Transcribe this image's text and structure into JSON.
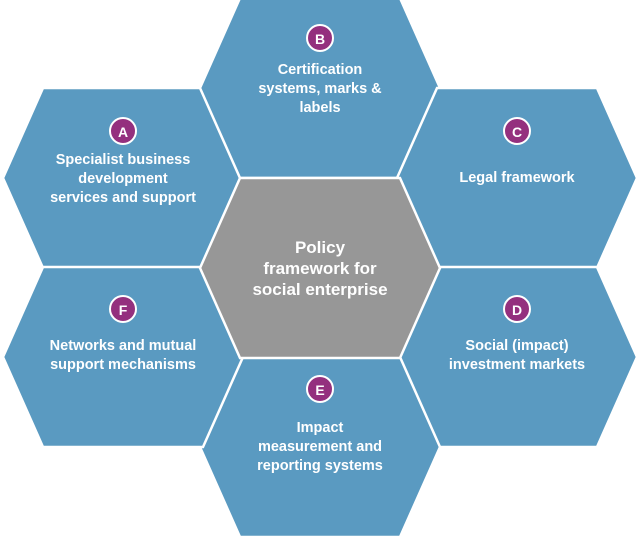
{
  "colors": {
    "outer_fill": "#5A9AC1",
    "center_fill": "#979797",
    "badge_fill": "#94307E",
    "text": "#FFFFFF",
    "border": "#FFFFFF"
  },
  "center": {
    "label": "Policy\nframework for\nsocial enterprise"
  },
  "hexagons": [
    {
      "id": "a",
      "letter": "A",
      "label": "Specialist business\ndevelopment\nservices and support"
    },
    {
      "id": "b",
      "letter": "B",
      "label": "Certification\nsystems, marks &\nlabels"
    },
    {
      "id": "c",
      "letter": "C",
      "label": "Legal framework"
    },
    {
      "id": "d",
      "letter": "D",
      "label": "Social (impact)\ninvestment markets"
    },
    {
      "id": "e",
      "letter": "E",
      "label": "Impact\nmeasurement and\nreporting systems"
    },
    {
      "id": "f",
      "letter": "F",
      "label": "Networks and mutual\nsupport mechanisms"
    }
  ]
}
